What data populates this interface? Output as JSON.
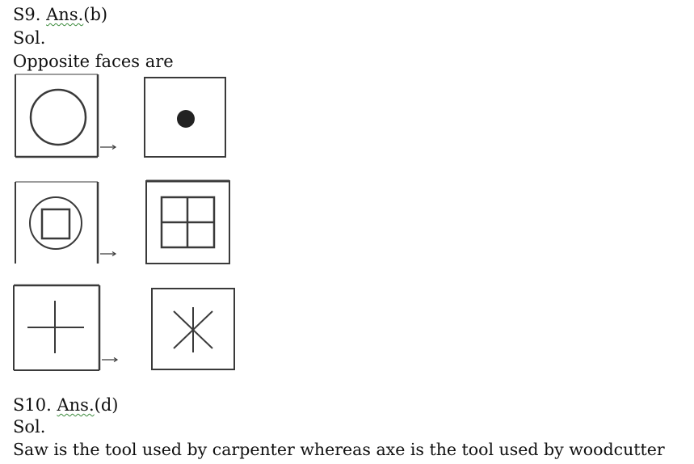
{
  "s9": {
    "number": "S9.",
    "ans_word": "Ans.",
    "ans_value": "(b)",
    "sol": "Sol.",
    "statement": "Opposite faces are"
  },
  "faces": {
    "pairs": [
      {
        "left": "large-circle",
        "right": "filled-dot"
      },
      {
        "left": "square-in-circle",
        "right": "four-pane-grid"
      },
      {
        "left": "plus-cross",
        "right": "asterisk-star"
      }
    ],
    "arrow": "→"
  },
  "s10": {
    "number": "S10.",
    "ans_word": "Ans.",
    "ans_value": "(d)",
    "sol": "Sol.",
    "statement": "Saw is the tool used by carpenter whereas axe is the tool used by woodcutter"
  },
  "colors": {
    "ink": "#111111",
    "stroke": "#3a3a3a",
    "squiggle": "#3a8a3a"
  }
}
